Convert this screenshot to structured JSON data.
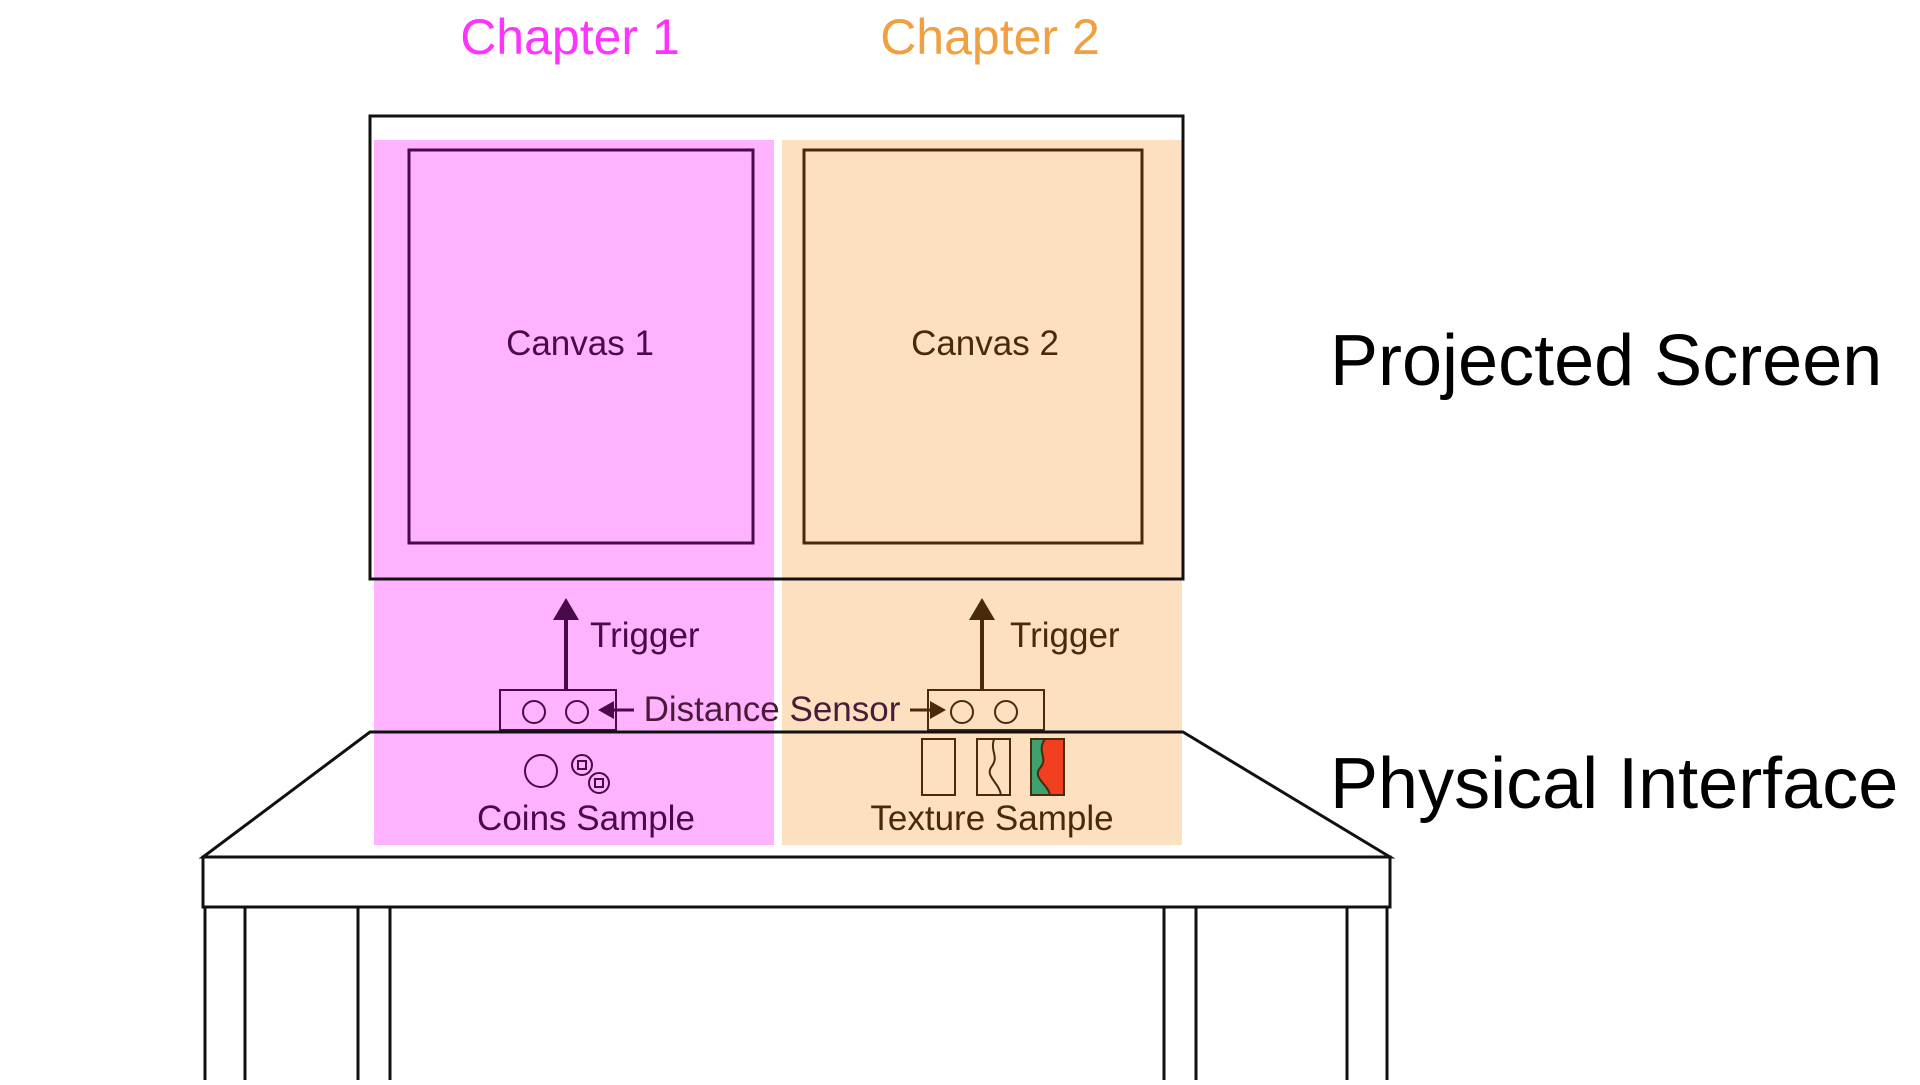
{
  "chapters": [
    {
      "heading": "Chapter 1",
      "canvas_label": "Canvas 1",
      "trigger_label": "Trigger",
      "sample_label": "Coins Sample",
      "color": "#ff33ff",
      "band_color": "#ffb3ff",
      "ink_color": "#4a0a4a"
    },
    {
      "heading": "Chapter 2",
      "canvas_label": "Canvas 2",
      "trigger_label": "Trigger",
      "sample_label": "Texture Sample",
      "color": "#f0a040",
      "band_color": "#fde0c0",
      "ink_color": "#4a2a0a"
    }
  ],
  "sensor_label": "Distance Sensor",
  "section_labels": {
    "projected_screen": "Projected Screen",
    "physical_interface": "Physical Interface"
  },
  "texture_fill_colors": {
    "green": "#3fa070",
    "red": "#f04020"
  }
}
